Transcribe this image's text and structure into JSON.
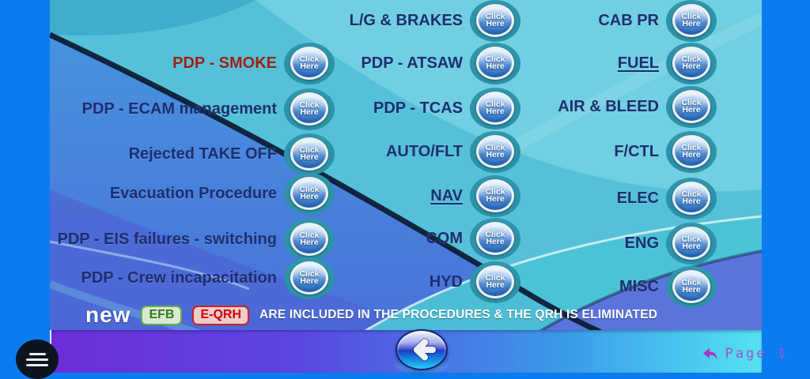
{
  "ui": {
    "click_button": {
      "line1": "Click",
      "line2": "Here"
    },
    "icons": {
      "menu": "hamburger-icon",
      "back": "left-arrow-icon",
      "page_back": "reply-arrow-icon"
    },
    "colors": {
      "edge_blue": "#0b7bf0",
      "label_navy": "#1d2e6f",
      "label_red": "#9e1f12",
      "button_teal": "#2d93a9",
      "bar_purple": "#6b2ed8",
      "bar_cyan": "#55e2f2",
      "page_text_purple": "#a44fd0"
    }
  },
  "columns": [
    {
      "name": "left",
      "items": [
        {
          "label": "PDP - SMOKE",
          "emphasis": "red"
        },
        {
          "label": "PDP - ECAM management"
        },
        {
          "label": "Rejected TAKE OFF"
        },
        {
          "label": "Evacuation Procedure"
        },
        {
          "label": "PDP - EIS failures - switching"
        },
        {
          "label": "PDP - Crew incapacitation"
        }
      ]
    },
    {
      "name": "middle",
      "items": [
        {
          "label": "L/G & BRAKES"
        },
        {
          "label": "PDP - ATSAW"
        },
        {
          "label": "PDP - TCAS"
        },
        {
          "label": "AUTO/FLT"
        },
        {
          "label": "NAV",
          "emphasis": "underline"
        },
        {
          "label": "COM"
        },
        {
          "label": "HYD"
        }
      ]
    },
    {
      "name": "right",
      "items": [
        {
          "label": "CAB PR"
        },
        {
          "label": "FUEL",
          "emphasis": "underline"
        },
        {
          "label": "AIR & BLEED"
        },
        {
          "label": "F/CTL"
        },
        {
          "label": "ELEC"
        },
        {
          "label": "ENG"
        },
        {
          "label": "MISC"
        }
      ]
    }
  ],
  "notice": {
    "new_label": "new",
    "badges": [
      {
        "label": "EFB"
      },
      {
        "label": "E-QRH"
      }
    ],
    "message": "ARE INCLUDED IN THE PROCEDURES & THE QRH IS ELIMINATED"
  },
  "footer": {
    "page_indicator": "Page 1"
  }
}
